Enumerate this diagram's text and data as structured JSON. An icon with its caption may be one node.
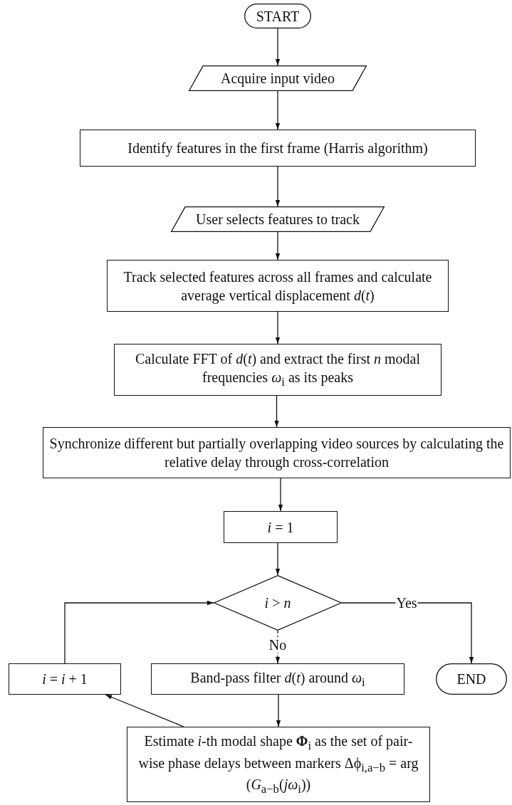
{
  "diagram": {
    "nodes": [
      {
        "text": [
          "START"
        ]
      },
      {
        "text": [
          "Acquire input video"
        ]
      },
      {
        "text": [
          "Identify features in the first frame (Harris algorithm)"
        ]
      },
      {
        "text": [
          "User selects features to track"
        ]
      },
      {
        "text": [
          "Track selected features across all frames and calculate average vertical displacement *d*(*t*)"
        ]
      },
      {
        "text": [
          "Calculate FFT of *d*(*t*) and extract the first *n* modal frequencies *ω*$_{i}$ as its peaks"
        ]
      },
      {
        "text": [
          "Synchronize different but partially overlapping video sources by calculating the relative delay through cross-correlation"
        ]
      },
      {
        "text": [
          "*i* = 1"
        ]
      },
      {
        "text": [
          "*i* > *n*"
        ]
      },
      {
        "text": [
          "*i* = *i* + 1"
        ]
      },
      {
        "text": [
          "Band-pass filter *d*(*t*) around *ω*$_{i}$"
        ]
      },
      {
        "text": [
          "END"
        ]
      },
      {
        "text": [
          "Estimate *i*-th modal shape **Φ**$_{i}$ as the set of pair-wise phase delays between markers Δϕ$_{i,a−b}$ = arg (*G*$_{a−b}$(*jω*$_{i}$))"
        ]
      }
    ],
    "edges": [
      {
        "from": 0,
        "to": 1,
        "arrow": "to"
      },
      {
        "from": 1,
        "to": 2,
        "arrow": "to"
      },
      {
        "from": 2,
        "to": 3,
        "arrow": "to"
      },
      {
        "from": 3,
        "to": 4,
        "arrow": "to"
      },
      {
        "from": 4,
        "to": 5,
        "arrow": "to"
      },
      {
        "from": 5,
        "to": 6,
        "arrow": "to"
      },
      {
        "from": 6,
        "to": 7,
        "arrow": "to"
      },
      {
        "from": 7,
        "to": 8,
        "arrow": "to"
      },
      {
        "from": 8,
        "to": 11,
        "arrow": "to",
        "label": "Yes"
      },
      {
        "from": 8,
        "to": 10,
        "arrow": "to",
        "label": "No",
        "style": "dashed"
      },
      {
        "from": 10,
        "to": 12,
        "arrow": "to"
      },
      {
        "from": 12,
        "to": 9,
        "arrow": "to"
      },
      {
        "from": 9,
        "to": 8,
        "arrow": "to"
      }
    ]
  }
}
